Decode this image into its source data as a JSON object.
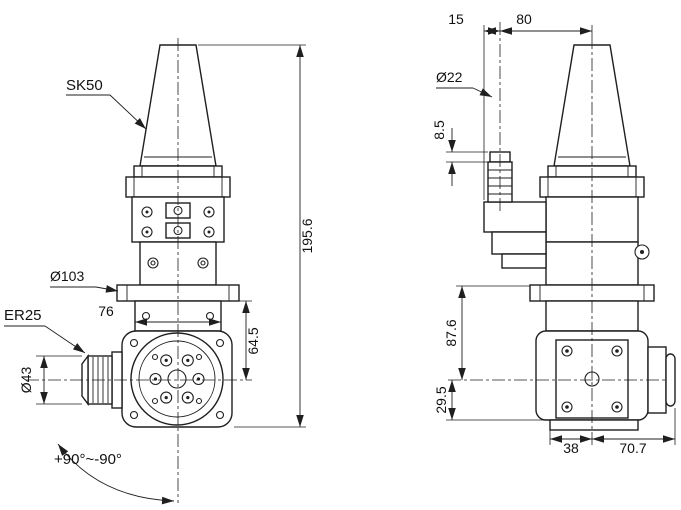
{
  "front_view": {
    "taper_label": "SK50",
    "flange_diameter": "Ø103",
    "neck_width": "76",
    "collet_label": "ER25",
    "collet_diameter": "Ø43",
    "overall_height": "195.6",
    "head_height": "64.5",
    "swivel_range": "+90°~-90°"
  },
  "side_view": {
    "top_offset": "15",
    "top_width": "80",
    "shaft_diameter": "Ø22",
    "shaft_step": "8.5",
    "body_height": "87.6",
    "lower_height": "29.5",
    "base_width_left": "38",
    "base_width_right": "70.7"
  }
}
